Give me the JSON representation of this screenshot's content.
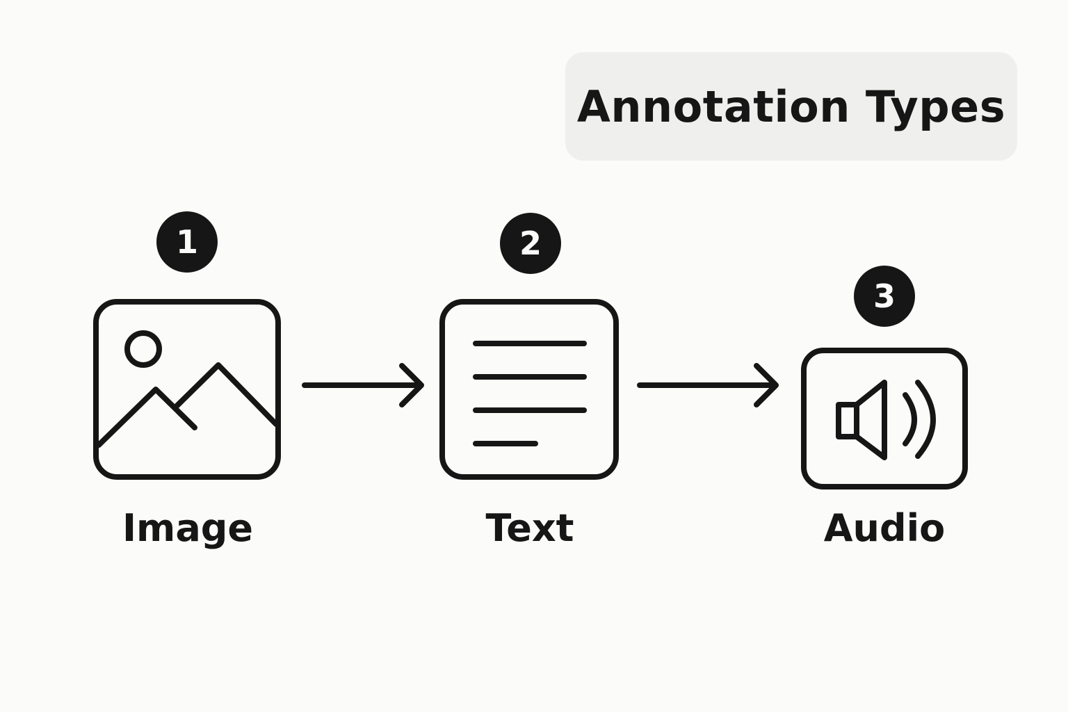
{
  "title": "Annotation Types",
  "steps": [
    {
      "number": "1",
      "label": "Image",
      "icon": "image-icon"
    },
    {
      "number": "2",
      "label": "Text",
      "icon": "text-lines-icon"
    },
    {
      "number": "3",
      "label": "Audio",
      "icon": "speaker-icon"
    }
  ],
  "colors": {
    "background": "#fbfbf9",
    "ink": "#161616",
    "title_box": "#efefed"
  }
}
